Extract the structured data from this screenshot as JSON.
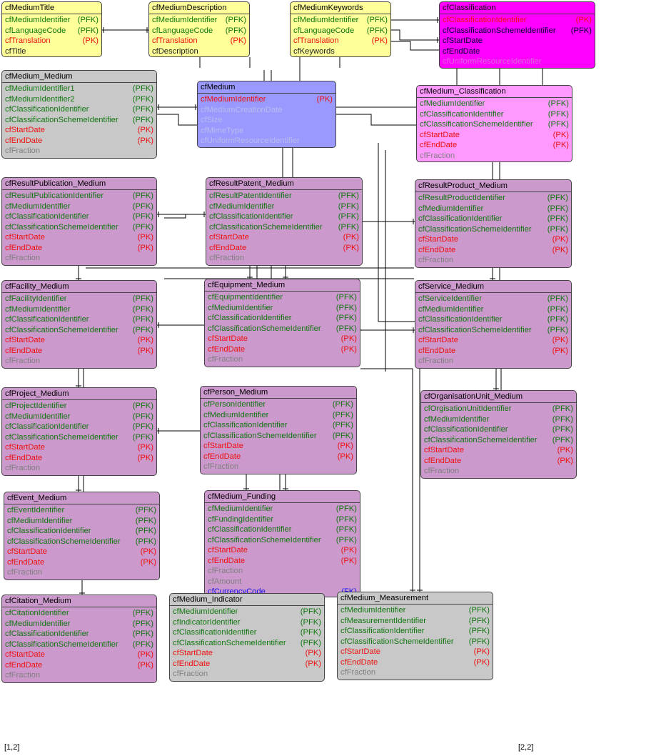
{
  "entities": [
    {
      "name": "cfMediumTitle",
      "color": "yellow",
      "attrs": [
        {
          "n": "cfMediumIdentifier",
          "k": "(PFK)",
          "c": "pfk"
        },
        {
          "n": "cfLanguageCode",
          "k": "(PFK)",
          "c": "pfk"
        },
        {
          "n": "cfTranslation",
          "k": "(PK)",
          "c": "pk"
        },
        {
          "n": "cfTitle",
          "k": "",
          "c": "attr"
        }
      ]
    },
    {
      "name": "cfMediumDescription",
      "color": "yellow",
      "attrs": [
        {
          "n": "cfMediumIdentifier",
          "k": "(PFK)",
          "c": "pfk"
        },
        {
          "n": "cfLanguageCode",
          "k": "(PFK)",
          "c": "pfk"
        },
        {
          "n": "cfTranslation",
          "k": "(PK)",
          "c": "pk"
        },
        {
          "n": "cfDescription",
          "k": "",
          "c": "attr"
        }
      ]
    },
    {
      "name": "cfMediumKeywords",
      "color": "yellow",
      "attrs": [
        {
          "n": "cfMediumIdentifier",
          "k": "(PFK)",
          "c": "pfk"
        },
        {
          "n": "cfLanguageCode",
          "k": "(PFK)",
          "c": "pfk"
        },
        {
          "n": "cfTranslation",
          "k": "(PK)",
          "c": "pk"
        },
        {
          "n": "cfKeywords",
          "k": "",
          "c": "attr"
        }
      ]
    },
    {
      "name": "cfClassification",
      "color": "magenta",
      "attrs": [
        {
          "n": "cfClassificationIdentifier",
          "k": "(PK)",
          "c": "pk"
        },
        {
          "n": "cfClassificationSchemeIdentifier",
          "k": "(PFK)",
          "c": "navy"
        },
        {
          "n": "cfStartDate",
          "k": "",
          "c": "navy"
        },
        {
          "n": "cfEndDate",
          "k": "",
          "c": "navy"
        },
        {
          "n": "cfUniformResourceIdentifier",
          "k": "",
          "c": "faint"
        }
      ]
    },
    {
      "name": "cfMedium_Medium",
      "color": "grey",
      "attrs": [
        {
          "n": "cfMediumIdentifier1",
          "k": "(PFK)",
          "c": "pfk"
        },
        {
          "n": "cfMediumIdentifier2",
          "k": "(PFK)",
          "c": "pfk"
        },
        {
          "n": "cfClassificationIdentifier",
          "k": "(PFK)",
          "c": "pfk"
        },
        {
          "n": "cfClassificationSchemeIdentifier",
          "k": "(PFK)",
          "c": "pfk"
        },
        {
          "n": "cfStartDate",
          "k": "(PK)",
          "c": "pk"
        },
        {
          "n": "cfEndDate",
          "k": "(PK)",
          "c": "pk"
        },
        {
          "n": "cfFraction",
          "k": "",
          "c": "plain"
        }
      ]
    },
    {
      "name": "cfMedium",
      "color": "blue",
      "attrs": [
        {
          "n": "cfMediumIdentifier",
          "k": "(PK)",
          "c": "pk"
        },
        {
          "n": "cfMediumCreationDate",
          "k": "",
          "c": "faintblue"
        },
        {
          "n": "cfSize",
          "k": "",
          "c": "faintblue"
        },
        {
          "n": "cfMimeType",
          "k": "",
          "c": "faintblue"
        },
        {
          "n": "cfUniformResourceIdentifier",
          "k": "",
          "c": "faintblue"
        }
      ]
    },
    {
      "name": "cfMedium_Classification",
      "color": "pink",
      "attrs": [
        {
          "n": "cfMediumIdentifier",
          "k": "(PFK)",
          "c": "pfk"
        },
        {
          "n": "cfClassificationIdentifier",
          "k": "(PFK)",
          "c": "pfk"
        },
        {
          "n": "cfClassificationSchemeIdentifier",
          "k": "(PFK)",
          "c": "pfk"
        },
        {
          "n": "cfStartDate",
          "k": "(PK)",
          "c": "pk"
        },
        {
          "n": "cfEndDate",
          "k": "(PK)",
          "c": "pk"
        },
        {
          "n": "cfFraction",
          "k": "",
          "c": "plain"
        }
      ]
    },
    {
      "name": "cfResultPublication_Medium",
      "color": "purple",
      "attrs": [
        {
          "n": "cfResultPublicationIdentifier",
          "k": "(PFK)",
          "c": "pfk"
        },
        {
          "n": "cfMediumIdentifier",
          "k": "(PFK)",
          "c": "pfk"
        },
        {
          "n": "cfClassificationIdentifier",
          "k": "(PFK)",
          "c": "pfk"
        },
        {
          "n": "cfClassificationSchemeIdentifier",
          "k": "(PFK)",
          "c": "pfk"
        },
        {
          "n": "cfStartDate",
          "k": "(PK)",
          "c": "pk"
        },
        {
          "n": "cfEndDate",
          "k": "(PK)",
          "c": "pk"
        },
        {
          "n": "cfFraction",
          "k": "",
          "c": "plain"
        }
      ]
    },
    {
      "name": "cfResultPatent_Medium",
      "color": "purple",
      "attrs": [
        {
          "n": "cfResultPatentIdentifier",
          "k": "(PFK)",
          "c": "pfk"
        },
        {
          "n": "cfMediumIdentifier",
          "k": "(PFK)",
          "c": "pfk"
        },
        {
          "n": "cfClassificationIdentifier",
          "k": "(PFK)",
          "c": "pfk"
        },
        {
          "n": "cfClassificationSchemeIdentifier",
          "k": "(PFK)",
          "c": "pfk"
        },
        {
          "n": "cfStartDate",
          "k": "(PK)",
          "c": "pk"
        },
        {
          "n": "cfEndDate",
          "k": "(PK)",
          "c": "pk"
        },
        {
          "n": "cfFraction",
          "k": "",
          "c": "plain"
        }
      ]
    },
    {
      "name": "cfResultProduct_Medium",
      "color": "purple",
      "attrs": [
        {
          "n": "cfResultProductIdentifier",
          "k": "(PFK)",
          "c": "pfk"
        },
        {
          "n": "cfMediumIdentifier",
          "k": "(PFK)",
          "c": "pfk"
        },
        {
          "n": "cfClassificationIdentifier",
          "k": "(PFK)",
          "c": "pfk"
        },
        {
          "n": "cfClassificationSchemeIdentifier",
          "k": "(PFK)",
          "c": "pfk"
        },
        {
          "n": "cfStartDate",
          "k": "(PK)",
          "c": "pk"
        },
        {
          "n": "cfEndDate",
          "k": "(PK)",
          "c": "pk"
        },
        {
          "n": "cfFraction",
          "k": "",
          "c": "plain"
        }
      ]
    },
    {
      "name": "cfFacility_Medium",
      "color": "purple",
      "attrs": [
        {
          "n": "cfFacilityIdentifier",
          "k": "(PFK)",
          "c": "pfk"
        },
        {
          "n": "cfMediumIdentifier",
          "k": "(PFK)",
          "c": "pfk"
        },
        {
          "n": "cfClassificationIdentifier",
          "k": "(PFK)",
          "c": "pfk"
        },
        {
          "n": "cfClassificationSchemeIdentifier",
          "k": "(PFK)",
          "c": "pfk"
        },
        {
          "n": "cfStartDate",
          "k": "(PK)",
          "c": "pk"
        },
        {
          "n": "cfEndDate",
          "k": "(PK)",
          "c": "pk"
        },
        {
          "n": "cfFraction",
          "k": "",
          "c": "plain"
        }
      ]
    },
    {
      "name": "cfEquipment_Medium",
      "color": "purple",
      "attrs": [
        {
          "n": "cfEquipmentIdentifier",
          "k": "(PFK)",
          "c": "pfk"
        },
        {
          "n": "cfMediumIdentifier",
          "k": "(PFK)",
          "c": "pfk"
        },
        {
          "n": "cfClassificationIdentifier",
          "k": "(PFK)",
          "c": "pfk"
        },
        {
          "n": "cfClassificationSchemeIdentifier",
          "k": "(PFK)",
          "c": "pfk"
        },
        {
          "n": "cfStartDate",
          "k": "(PK)",
          "c": "pk"
        },
        {
          "n": "cfEndDate",
          "k": "(PK)",
          "c": "pk"
        },
        {
          "n": "cfFraction",
          "k": "",
          "c": "plain"
        }
      ]
    },
    {
      "name": "cfService_Medium",
      "color": "purple",
      "attrs": [
        {
          "n": "cfServiceIdentifier",
          "k": "(PFK)",
          "c": "pfk"
        },
        {
          "n": "cfMediumIdentifier",
          "k": "(PFK)",
          "c": "pfk"
        },
        {
          "n": "cfClassificationIdentifier",
          "k": "(PFK)",
          "c": "pfk"
        },
        {
          "n": "cfClassificationSchemeIdentifier",
          "k": "(PFK)",
          "c": "pfk"
        },
        {
          "n": "cfStartDate",
          "k": "(PK)",
          "c": "pk"
        },
        {
          "n": "cfEndDate",
          "k": "(PK)",
          "c": "pk"
        },
        {
          "n": "cfFraction",
          "k": "",
          "c": "plain"
        }
      ]
    },
    {
      "name": "cfProject_Medium",
      "color": "purple",
      "attrs": [
        {
          "n": "cfProjectIdentifier",
          "k": "(PFK)",
          "c": "pfk"
        },
        {
          "n": "cfMediumIdentifier",
          "k": "(PFK)",
          "c": "pfk"
        },
        {
          "n": "cfClassificationIdentifier",
          "k": "(PFK)",
          "c": "pfk"
        },
        {
          "n": "cfClassificationSchemeIdentifier",
          "k": "(PFK)",
          "c": "pfk"
        },
        {
          "n": "cfStartDate",
          "k": "(PK)",
          "c": "pk"
        },
        {
          "n": "cfEndDate",
          "k": "(PK)",
          "c": "pk"
        },
        {
          "n": "cfFraction",
          "k": "",
          "c": "plain"
        }
      ]
    },
    {
      "name": "cfPerson_Medium",
      "color": "purple",
      "attrs": [
        {
          "n": "cfPersonIdentifier",
          "k": "(PFK)",
          "c": "pfk"
        },
        {
          "n": "cfMediumIdentifier",
          "k": "(PFK)",
          "c": "pfk"
        },
        {
          "n": "cfClassificationIdentifier",
          "k": "(PFK)",
          "c": "pfk"
        },
        {
          "n": "cfClassificationSchemeIdentifier",
          "k": "(PFK)",
          "c": "pfk"
        },
        {
          "n": "cfStartDate",
          "k": "(PK)",
          "c": "pk"
        },
        {
          "n": "cfEndDate",
          "k": "(PK)",
          "c": "pk"
        },
        {
          "n": "cfFraction",
          "k": "",
          "c": "plain"
        }
      ]
    },
    {
      "name": "cfOrganisationUnit_Medium",
      "color": "purple",
      "attrs": [
        {
          "n": "cfOrgisationUnitIdentifier",
          "k": "(PFK)",
          "c": "pfk"
        },
        {
          "n": "cfMediumIdentifier",
          "k": "(PFK)",
          "c": "pfk"
        },
        {
          "n": "cfClassificationIdentifier",
          "k": "(PFK)",
          "c": "pfk"
        },
        {
          "n": "cfClassificationSchemeIdentifier",
          "k": "(PFK)",
          "c": "pfk"
        },
        {
          "n": "cfStartDate",
          "k": "(PK)",
          "c": "pk"
        },
        {
          "n": "cfEndDate",
          "k": "(PK)",
          "c": "pk"
        },
        {
          "n": "cfFraction",
          "k": "",
          "c": "plain"
        }
      ]
    },
    {
      "name": "cfEvent_Medium",
      "color": "purple",
      "attrs": [
        {
          "n": "cfEventIdentifier",
          "k": "(PFK)",
          "c": "pfk"
        },
        {
          "n": "cfMediumIdentifier",
          "k": "(PFK)",
          "c": "pfk"
        },
        {
          "n": "cfClassificationIdentifier",
          "k": "(PFK)",
          "c": "pfk"
        },
        {
          "n": "cfClassificationSchemeIdentifier",
          "k": "(PFK)",
          "c": "pfk"
        },
        {
          "n": "cfStartDate",
          "k": "(PK)",
          "c": "pk"
        },
        {
          "n": "cfEndDate",
          "k": "(PK)",
          "c": "pk"
        },
        {
          "n": "cfFraction",
          "k": "",
          "c": "plain"
        }
      ]
    },
    {
      "name": "cfMedium_Funding",
      "color": "purple",
      "attrs": [
        {
          "n": "cfMediumIdentifier",
          "k": "(PFK)",
          "c": "pfk"
        },
        {
          "n": "cfFundingIdentifier",
          "k": "(PFK)",
          "c": "pfk"
        },
        {
          "n": "cfClassificationIdentifier",
          "k": "(PFK)",
          "c": "pfk"
        },
        {
          "n": "cfClassificationSchemeIdentifier",
          "k": "(PFK)",
          "c": "pfk"
        },
        {
          "n": "cfStartDate",
          "k": "(PK)",
          "c": "pk"
        },
        {
          "n": "cfEndDate",
          "k": "(PK)",
          "c": "pk"
        },
        {
          "n": "cfFraction",
          "k": "",
          "c": "plain"
        },
        {
          "n": "cfAmount",
          "k": "",
          "c": "plain"
        },
        {
          "n": "cfCurrencyCode",
          "k": "(FK)",
          "c": "fk"
        }
      ]
    },
    {
      "name": "cfCitation_Medium",
      "color": "purple",
      "attrs": [
        {
          "n": "cfCitationIdentifier",
          "k": "(PFK)",
          "c": "pfk"
        },
        {
          "n": "cfMediumIdentifier",
          "k": "(PFK)",
          "c": "pfk"
        },
        {
          "n": "cfClassificationIdentifier",
          "k": "(PFK)",
          "c": "pfk"
        },
        {
          "n": "cfClassificationSchemeIdentifier",
          "k": "(PFK)",
          "c": "pfk"
        },
        {
          "n": "cfStartDate",
          "k": "(PK)",
          "c": "pk"
        },
        {
          "n": "cfEndDate",
          "k": "(PK)",
          "c": "pk"
        },
        {
          "n": "cfFraction",
          "k": "",
          "c": "plain"
        }
      ]
    },
    {
      "name": "cfMedium_Indicator",
      "color": "grey",
      "attrs": [
        {
          "n": "cfMediumIdentifier",
          "k": "(PFK)",
          "c": "pfk"
        },
        {
          "n": "cfIndicatorIdentifier",
          "k": "(PFK)",
          "c": "pfk"
        },
        {
          "n": "cfClassificationIdentifier",
          "k": "(PFK)",
          "c": "pfk"
        },
        {
          "n": "cfClassificationSchemeIdentifier",
          "k": "(PFK)",
          "c": "pfk"
        },
        {
          "n": "cfStartDate",
          "k": "(PK)",
          "c": "pk"
        },
        {
          "n": "cfEndDate",
          "k": "(PK)",
          "c": "pk"
        },
        {
          "n": "cfFraction",
          "k": "",
          "c": "plain"
        }
      ]
    },
    {
      "name": "cfMedium_Measurement",
      "color": "grey",
      "attrs": [
        {
          "n": "cfMediumIdentifier",
          "k": "(PFK)",
          "c": "pfk"
        },
        {
          "n": "cfMeasurementIdentifier",
          "k": "(PFK)",
          "c": "pfk"
        },
        {
          "n": "cfClassificationIdentifier",
          "k": "(PFK)",
          "c": "pfk"
        },
        {
          "n": "cfClassificationSchemeIdentifier",
          "k": "(PFK)",
          "c": "pfk"
        },
        {
          "n": "cfStartDate",
          "k": "(PK)",
          "c": "pk"
        },
        {
          "n": "cfEndDate",
          "k": "(PK)",
          "c": "pk"
        },
        {
          "n": "cfFraction",
          "k": "",
          "c": "plain"
        }
      ]
    }
  ],
  "footer": {
    "left": "[1,2]",
    "right": "[2,2]"
  },
  "colors": {
    "yellow": "#ffff99",
    "magenta": "#ff00ff",
    "pink": "#ff99ff",
    "blue": "#9999ff",
    "grey": "#c8c8c8",
    "purple": "#cc99cc"
  }
}
